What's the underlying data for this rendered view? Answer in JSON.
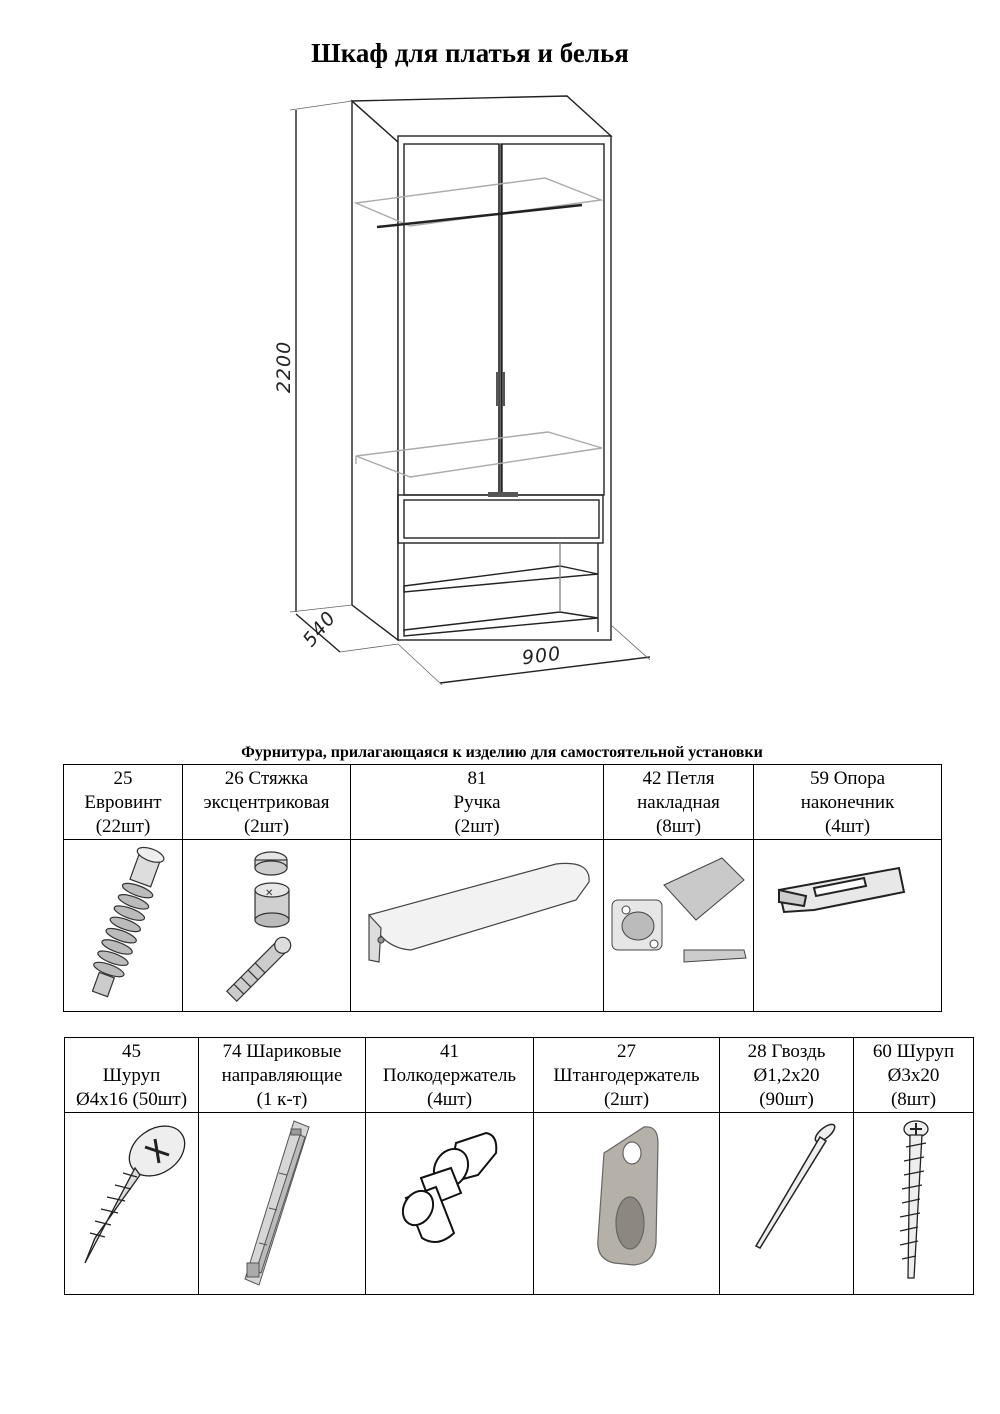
{
  "title": "Шкаф для платья и белья",
  "dimensions": {
    "height": "2200",
    "depth": "540",
    "width": "900"
  },
  "hardware_caption": "Фурнитура, прилагающаяся к изделию для самостоятельной установки",
  "table1": [
    {
      "line1": "25",
      "line2": "Евровинт",
      "line3": "(22шт)",
      "icon": "euro-screw-icon"
    },
    {
      "line1": "26  Стяжка",
      "line2": "эксцентриковая",
      "line3": "(2шт)",
      "icon": "eccentric-coupler-icon"
    },
    {
      "line1": "81",
      "line2": "Ручка",
      "line3": "(2шт)",
      "icon": "handle-icon"
    },
    {
      "line1": "42  Петля",
      "line2": "накладная",
      "line3": "(8шт)",
      "icon": "hinge-icon"
    },
    {
      "line1": "59  Опора",
      "line2": "наконечник",
      "line3": "(4шт)",
      "icon": "support-tip-icon"
    }
  ],
  "table2": [
    {
      "line1": "45",
      "line2": "Шуруп",
      "line3": "Ø4x16 (50шт)",
      "icon": "screw-icon"
    },
    {
      "line1": "74 Шариковые",
      "line2": "направляющие",
      "line3": "(1 к-т)",
      "icon": "ball-slide-icon"
    },
    {
      "line1": "41",
      "line2": "Полкодержатель",
      "line3": "(4шт)",
      "icon": "shelf-support-icon"
    },
    {
      "line1": "27",
      "line2": "Штангодержатель",
      "line3": "(2шт)",
      "icon": "rod-holder-icon"
    },
    {
      "line1": "28  Гвоздь",
      "line2": "Ø1,2x20",
      "line3": "(90шт)",
      "icon": "nail-icon"
    },
    {
      "line1": "60  Шуруп",
      "line2": "Ø3x20",
      "line3": "(8шт)",
      "icon": "small-screw-icon"
    }
  ]
}
